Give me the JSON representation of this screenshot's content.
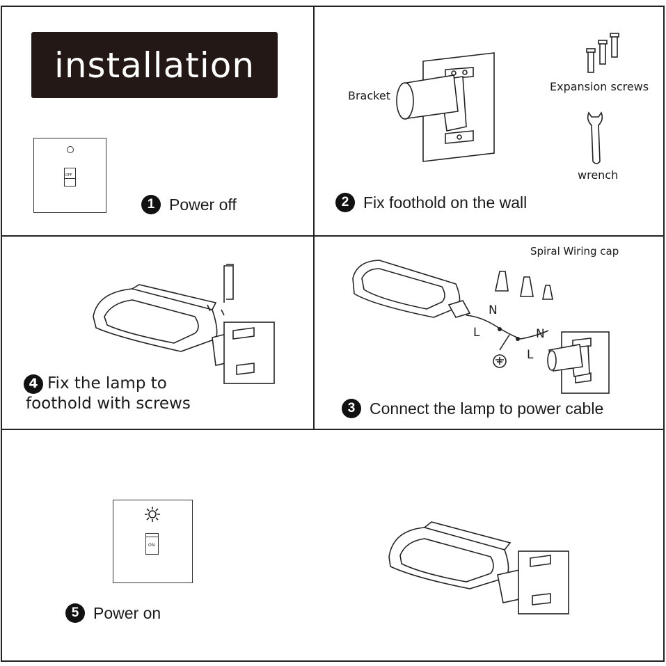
{
  "title": "installation",
  "steps": {
    "s1": {
      "num": "1",
      "text": "Power off"
    },
    "s2": {
      "num": "2",
      "text": "Fix foothold  on the wall"
    },
    "s3": {
      "num": "3",
      "text": "Connect the lamp to power cable"
    },
    "s4": {
      "num": "4",
      "line1": "Fix the lamp to",
      "line2": "foothold with screws"
    },
    "s5": {
      "num": "5",
      "text": "Power on"
    }
  },
  "labels": {
    "bracket": "Bracket",
    "expansion_screws": "Expansion screws",
    "wrench": "wrench",
    "spiral_wiring_cap": "Spiral Wiring cap",
    "n_left": "N",
    "l_left": "L",
    "n_right": "N",
    "l_right": "L",
    "switch_off": "OFF",
    "switch_on": "ON"
  },
  "icons": [
    "light-switch-icon",
    "bracket-icon",
    "screw-icon",
    "wrench-icon",
    "street-lamp-icon",
    "wiring-cap-icon",
    "ground-icon",
    "sun-icon",
    "allen-key-icon"
  ]
}
